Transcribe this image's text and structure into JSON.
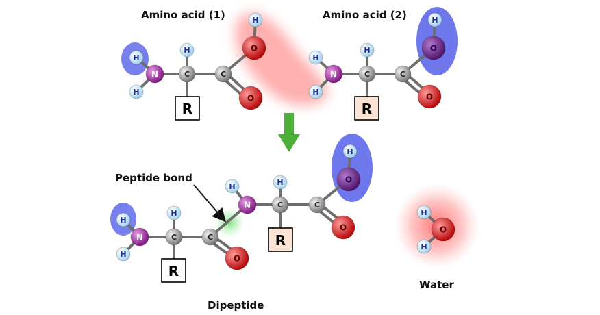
{
  "labels": {
    "amino_acid_1": "Amino acid (1)",
    "amino_acid_2": "Amino acid (2)",
    "peptide_bond": "Peptide bond",
    "dipeptide": "Dipeptide",
    "water": "Water"
  },
  "symbols": {
    "hydrogen": "H",
    "nitrogen": "N",
    "carbon": "C",
    "oxygen": "O",
    "side_chain": "R"
  },
  "colors": {
    "hydrogen": "#bfe3f5",
    "nitrogen": "#9b1a9b",
    "carbon": "#9a9a9a",
    "oxygen": "#e01515",
    "highlight_blue": "#4a55e6",
    "highlight_red": "#ff6e6e",
    "highlight_green": "#7fe07f",
    "arrow_green": "#4caf3a",
    "r_box_plain": "#ffffff",
    "r_box_tinted": "#fde3d3"
  }
}
